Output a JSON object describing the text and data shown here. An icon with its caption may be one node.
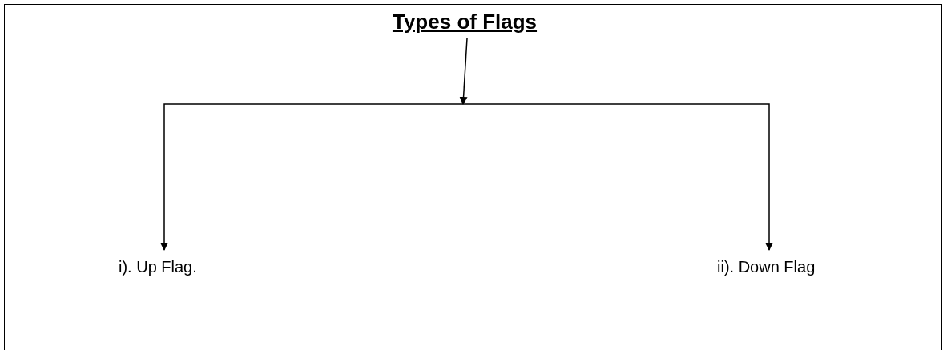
{
  "diagram": {
    "nodes": [
      {
        "text": [
          "Types of Flags"
        ]
      },
      {
        "text": [
          "i). Up Flag."
        ]
      },
      {
        "text": [
          "ii). Down Flag"
        ]
      }
    ],
    "edges": [
      {
        "from": 0,
        "to": 1,
        "arrow": "to"
      },
      {
        "from": 0,
        "to": 2,
        "arrow": "to"
      }
    ]
  }
}
